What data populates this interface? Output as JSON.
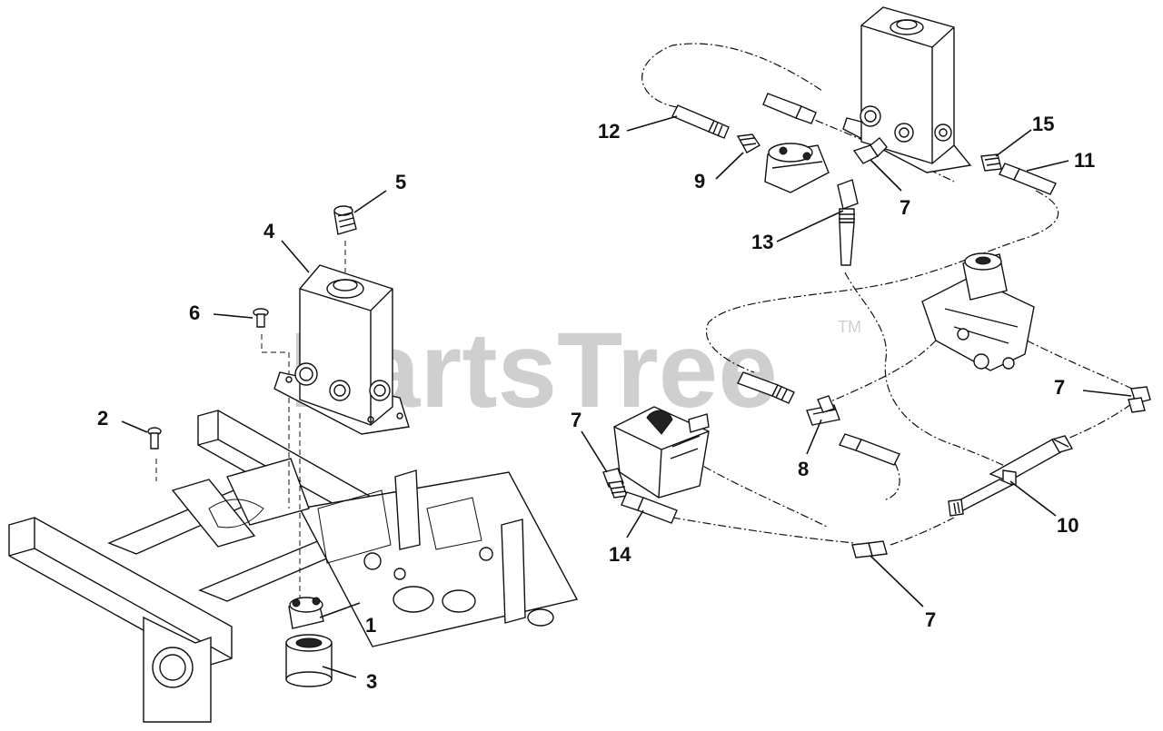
{
  "watermark": {
    "brand": "PartsTree",
    "trademark": "TM"
  },
  "callouts": {
    "c1": "1",
    "c2": "2",
    "c3": "3",
    "c4": "4",
    "c5": "5",
    "c6": "6",
    "c7a": "7",
    "c7b": "7",
    "c7c": "7",
    "c7d": "7",
    "c8": "8",
    "c9": "9",
    "c10": "10",
    "c11": "11",
    "c12": "12",
    "c13": "13",
    "c14": "14",
    "c15": "15"
  }
}
